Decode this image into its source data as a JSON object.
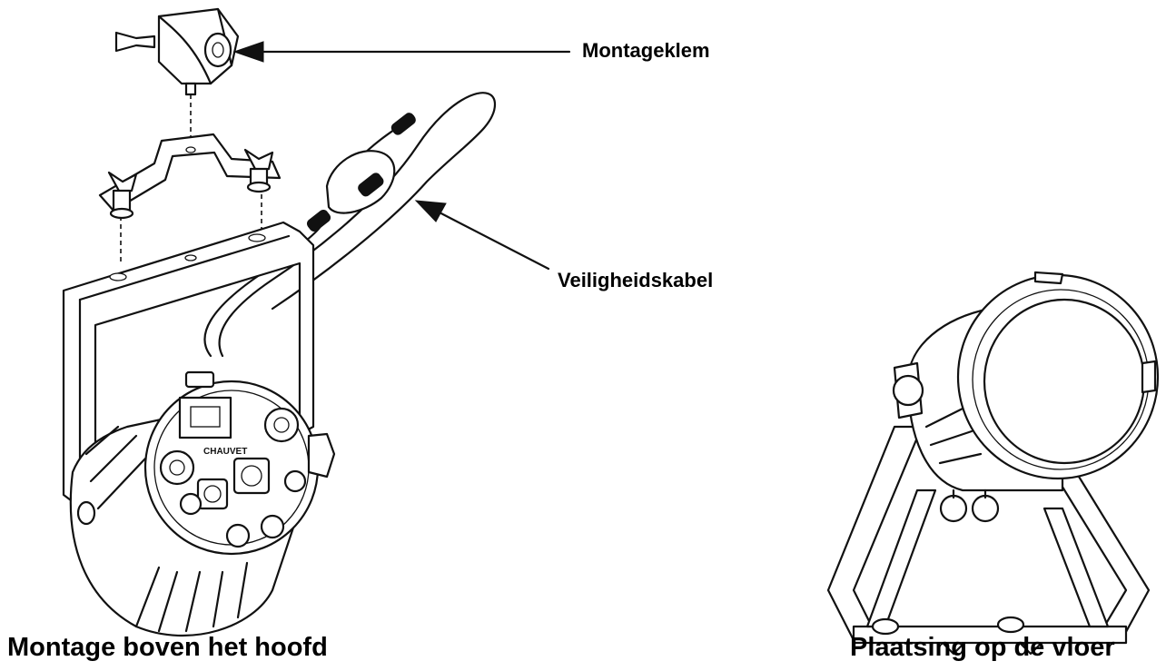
{
  "callouts": {
    "mounting_clamp": "Montageklem",
    "safety_cable": "Veiligheidskabel"
  },
  "captions": {
    "overhead": "Montage boven het hoofd",
    "floor": "Plaatsing op de vloer"
  },
  "fixture_text": {
    "logo": "CHAUVET"
  }
}
